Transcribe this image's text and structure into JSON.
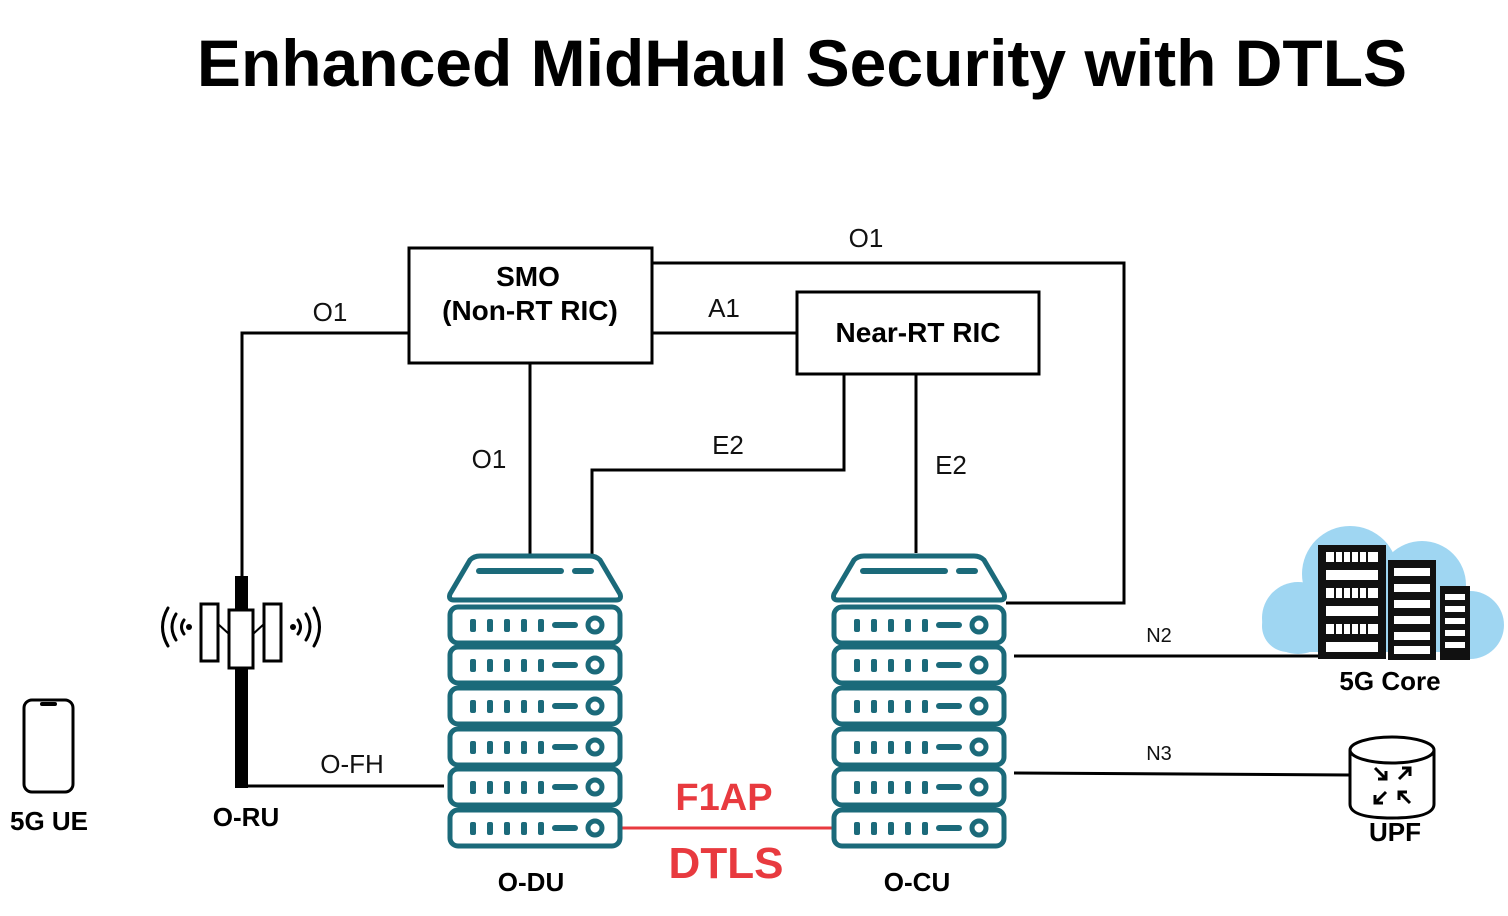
{
  "title": "Enhanced MidHaul Security with DTLS",
  "nodes": {
    "smo_line1": "SMO",
    "smo_line2": "(Non-RT RIC)",
    "near_rt_ric": "Near-RT RIC",
    "o_du": "O-DU",
    "o_cu": "O-CU",
    "o_ru": "O-RU",
    "ue": "5G UE",
    "core": "5G Core",
    "upf": "UPF"
  },
  "links": {
    "o1_smo_ocu": "O1",
    "o1_smo_oru": "O1",
    "a1": "A1",
    "o1_smo_odu": "O1",
    "e2_ric_odu": "E2",
    "e2_ric_ocu": "E2",
    "n2": "N2",
    "n3": "N3",
    "ofh": "O-FH",
    "f1ap": "F1AP",
    "dtls": "DTLS"
  },
  "colors": {
    "server": "#1b6a7a",
    "highlight": "#e83a3f",
    "cloud": "#9fd6f2",
    "line": "#000000"
  }
}
